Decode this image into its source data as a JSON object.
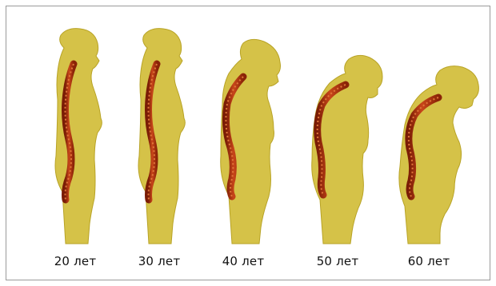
{
  "figures": [
    {
      "age_label": "20 лет"
    },
    {
      "age_label": "30 лет"
    },
    {
      "age_label": "40 лет"
    },
    {
      "age_label": "50 лет"
    },
    {
      "age_label": "60 лет"
    }
  ],
  "colors": {
    "body_fill": "#d5c248",
    "body_outline": "#a59018",
    "spine": "#b9360f",
    "spine_dark": "#7a1c05",
    "frame_border": "#9a9a9a"
  }
}
